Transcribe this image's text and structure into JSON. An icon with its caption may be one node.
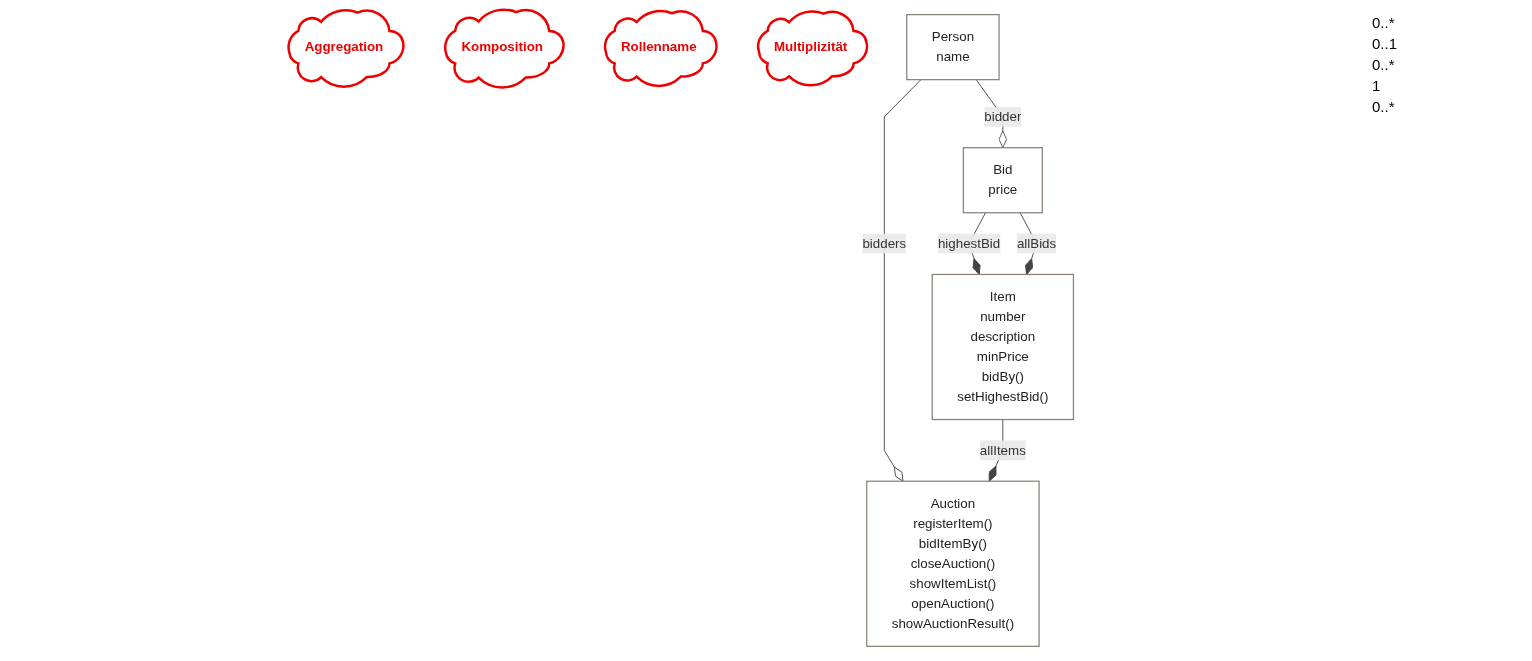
{
  "diagram": {
    "nodes": [
      {
        "text": [
          "Auction",
          "registerItem()",
          "bidItemBy()",
          "closeAuction()",
          "showItemList()",
          "openAuction()",
          "showAuctionResult()"
        ]
      },
      {
        "text": [
          "Aggregation"
        ]
      },
      {
        "text": [
          "Komposition"
        ]
      },
      {
        "text": [
          "Item",
          "number",
          "description",
          "minPrice",
          "bidBy()",
          "setHighestBid()"
        ]
      },
      {
        "text": [
          "Bid",
          "price"
        ]
      },
      {
        "text": [
          "Rollenname"
        ]
      },
      {
        "text": [
          "Multiplizität"
        ]
      },
      {
        "text": [
          "Person",
          "name"
        ]
      }
    ],
    "edges": [
      {
        "from": 7,
        "to": 0,
        "arrow": "other",
        "label": "bidders"
      },
      {
        "from": 3,
        "to": 0,
        "arrow": "other",
        "label": "allItems"
      },
      {
        "from": 4,
        "to": 3,
        "arrow": "other",
        "label": "highestBid"
      },
      {
        "from": 4,
        "to": 3,
        "arrow": "other",
        "label": "allBids"
      },
      {
        "from": 7,
        "to": 4,
        "arrow": "other",
        "label": "bidder"
      }
    ],
    "labels": [
      "0..*",
      "0..1",
      "0..*",
      "1",
      "0..*"
    ]
  }
}
